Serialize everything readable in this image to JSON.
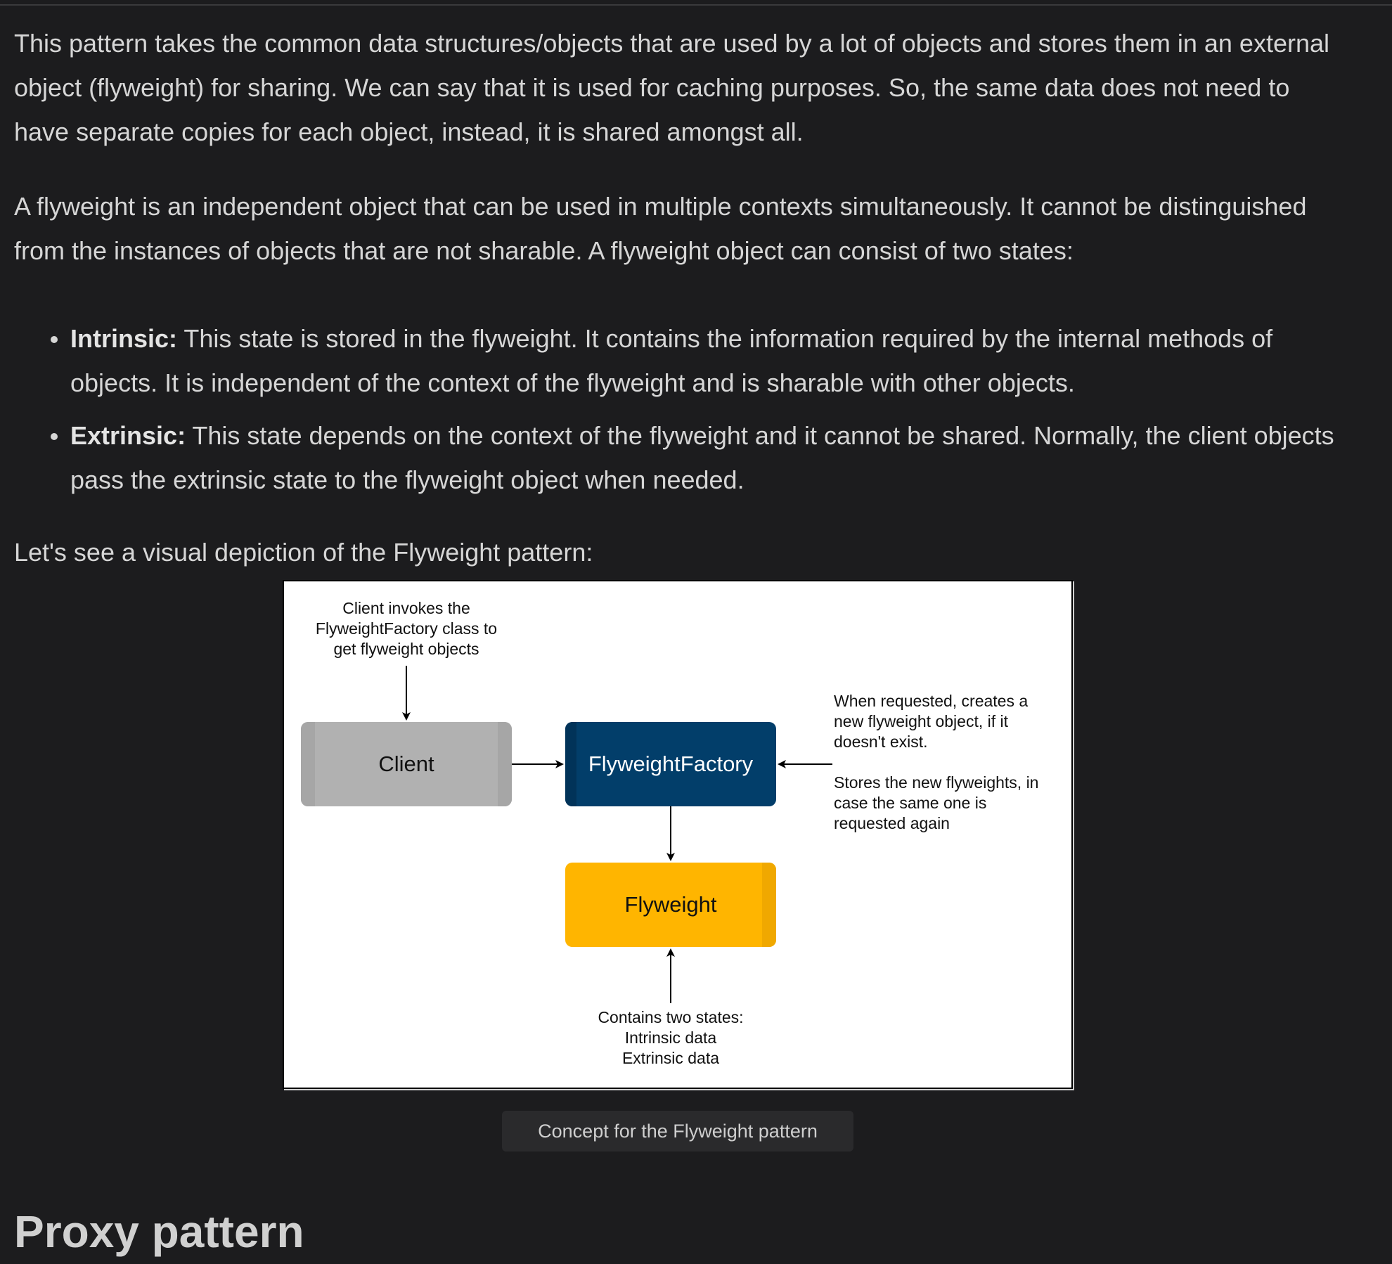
{
  "article": {
    "para1": "This pattern takes the common data structures/objects that are used by a lot of objects and stores them in an external object (flyweight) for sharing. We can say that it is used for caching purposes. So, the same data does not need to have separate copies for each object, instead, it is shared amongst all.",
    "para2": "A flyweight is an independent object that can be used in multiple contexts simultaneously. It cannot be distinguished from the instances of objects that are not sharable. A flyweight object can consist of two states:",
    "bullets": [
      {
        "term": "Intrinsic:",
        "text": " This state is stored in the flyweight. It contains the information required by the internal methods of objects. It is independent of the context of the flyweight and is sharable with other objects."
      },
      {
        "term": "Extrinsic:",
        "text": " This state depends on the context of the flyweight and it cannot be shared. Normally, the client objects pass the extrinsic state to the flyweight object when needed."
      }
    ],
    "para3": "Let's see a visual depiction of the Flyweight pattern:",
    "section_heading": "Proxy pattern"
  },
  "diagram": {
    "client_note": "Client invokes the\nFlyweightFactory class to\nget flyweight objects",
    "client_box": "Client",
    "factory_box": "FlyweightFactory",
    "flyweight_box": "Flyweight",
    "factory_note": "When requested, creates a\nnew flyweight object, if it\ndoesn't exist.\n\nStores the new flyweights, in\ncase the same one is\nrequested again",
    "flyweight_note": "Contains two states:\nIntrinsic data\nExtrinsic data",
    "colors": {
      "client": "#b1b1b1",
      "factory": "#023e6a",
      "flyweight": "#ffb500"
    }
  },
  "figure_caption": "Concept for the Flyweight pattern"
}
